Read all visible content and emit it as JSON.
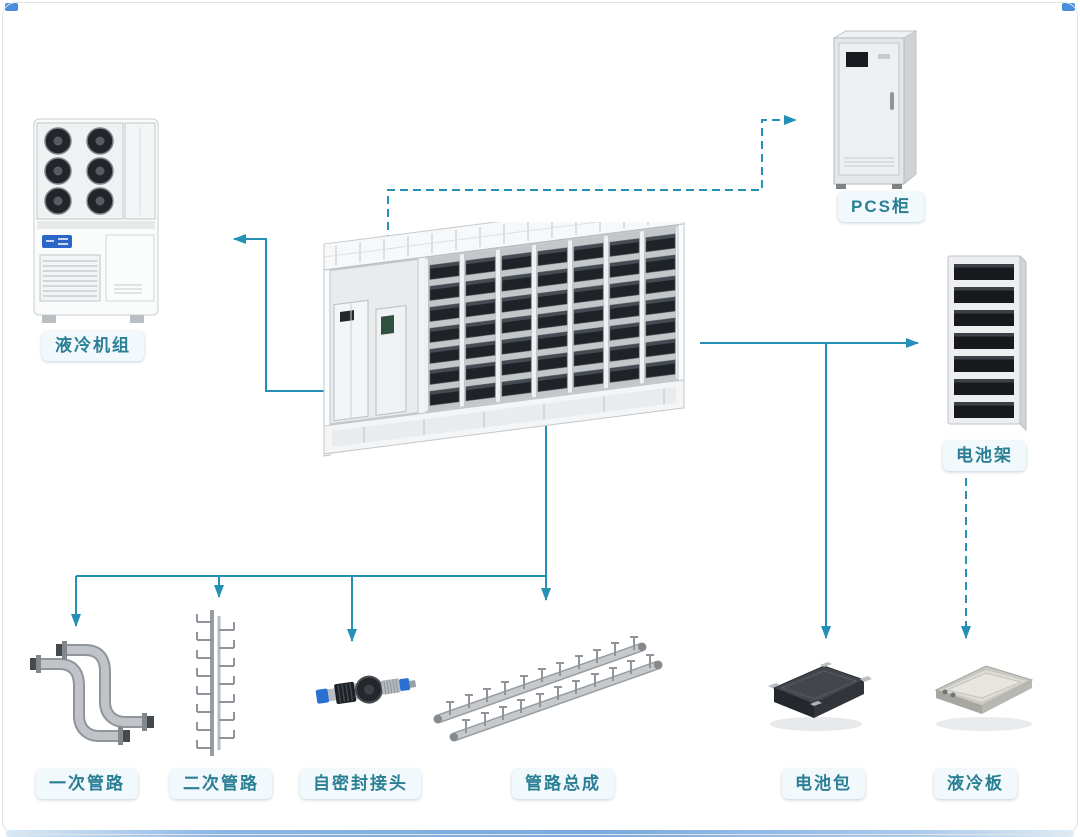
{
  "diagram": {
    "labels": {
      "cooling_unit": "液冷机组",
      "pcs_cabinet": "PCS柜",
      "battery_rack": "电池架",
      "primary_piping": "一次管路",
      "secondary_piping": "二次管路",
      "self_sealing_connector": "自密封接头",
      "piping_assembly": "管路总成",
      "battery_pack": "电池包",
      "cooling_plate": "液冷板"
    },
    "connections": [
      {
        "from": "container",
        "to": "pcs_cabinet",
        "style": "dashed"
      },
      {
        "from": "container",
        "to": "cooling_unit",
        "style": "solid"
      },
      {
        "from": "container",
        "to": "battery_rack",
        "style": "solid"
      },
      {
        "from": "container",
        "to": "battery_pack",
        "style": "solid"
      },
      {
        "from": "battery_rack",
        "to": "cooling_plate",
        "style": "dashed"
      },
      {
        "from": "container",
        "to": "piping_assembly",
        "style": "solid"
      },
      {
        "from": "container",
        "to": "primary_piping",
        "style": "solid"
      },
      {
        "from": "container",
        "to": "secondary_piping",
        "style": "solid"
      },
      {
        "from": "container",
        "to": "self_sealing_connector",
        "style": "solid"
      }
    ],
    "colors": {
      "connector_line": "#2590b5",
      "label_text": "#2b7f95",
      "label_bg": "#f2f9fd"
    }
  }
}
